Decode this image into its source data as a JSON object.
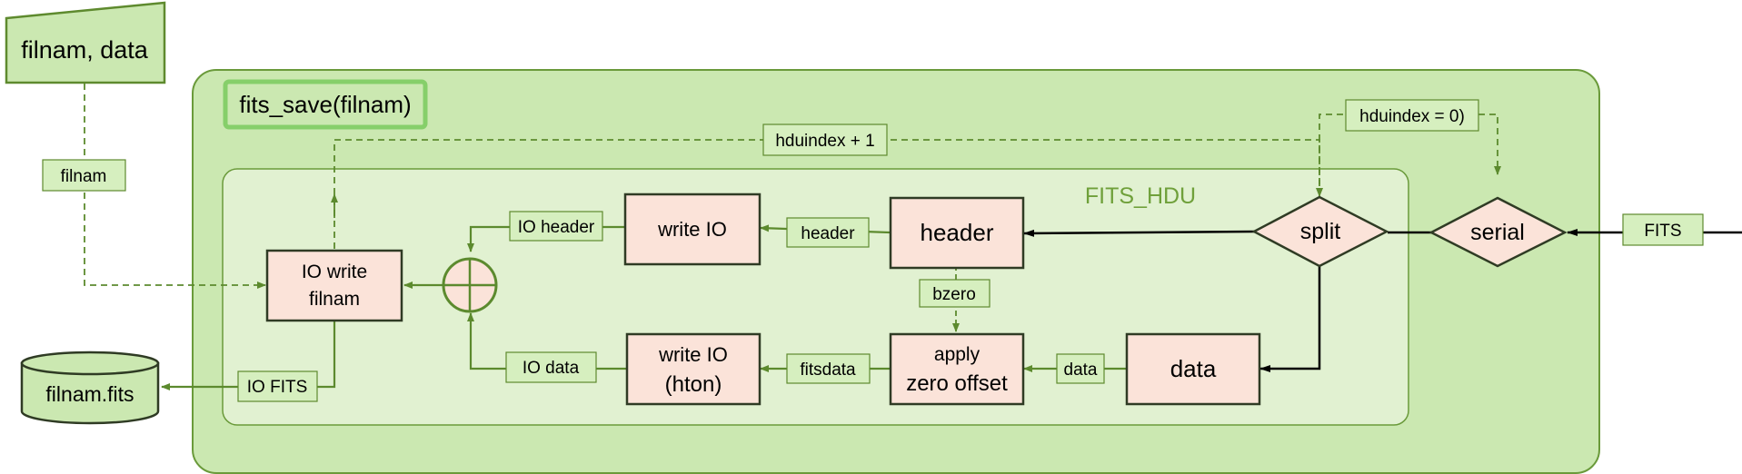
{
  "diagram": {
    "colors": {
      "outer_fill": "#cbe8b1",
      "outer_stroke": "#6a9a3a",
      "inner_fill": "#e1f1d1",
      "process_fill": "#fbe3d9",
      "process_stroke": "#2f3b24",
      "label_fill": "#d6efbf",
      "label_stroke": "#5e8a2e",
      "green_line": "#5c8a2e",
      "black_line": "#000000"
    },
    "input_node": {
      "text": "filnam, data"
    },
    "function_title": "fits_save(filnam)",
    "hdu_title": "FITS_HDU",
    "output_node": {
      "text": "filnam.fits"
    },
    "processes": {
      "io_write": {
        "line1": "IO write",
        "line2": "filnam"
      },
      "write_io": {
        "text": "write IO"
      },
      "header": {
        "text": "header"
      },
      "write_io_hton": {
        "line1": "write IO",
        "line2": "(hton)"
      },
      "apply_zero": {
        "line1": "apply",
        "line2": "zero offset"
      },
      "data": {
        "text": "data"
      }
    },
    "decisions": {
      "split": "split",
      "serial": "serial"
    },
    "labels": {
      "filnam": "filnam",
      "hduindex_plus": "hduindex + 1",
      "hduindex_zero": "hduindex = 0)",
      "io_header": "IO header",
      "header": "header",
      "bzero": "bzero",
      "io_data": "IO data",
      "fitsdata": "fitsdata",
      "data": "data",
      "io_fits": "IO FITS",
      "fits": "FITS"
    }
  }
}
